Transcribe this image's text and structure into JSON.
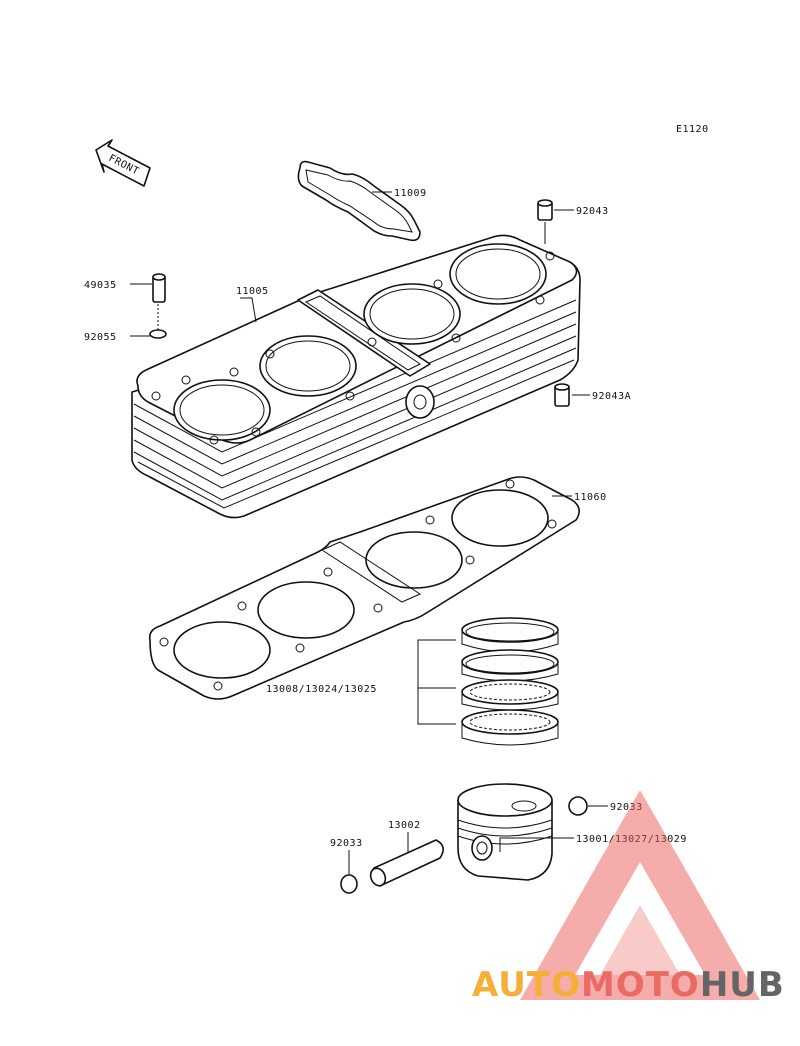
{
  "diagram_code": "E1120",
  "front_arrow_label": "FRONT",
  "parts": {
    "head_cover_gasket": "11009",
    "dowel_top": "92043",
    "dowel_left": "49035",
    "o_ring_left": "92055",
    "cylinder_block": "11005",
    "dowel_right": "92043A",
    "base_gasket": "11060",
    "ring_set": "13008/13024/13025",
    "circlip_right": "92033",
    "piston_pin": "13002",
    "piston": "13001/13027/13029",
    "circlip_left": "92033"
  },
  "watermark": {
    "part1": "AUTO",
    "part2": "MOTO",
    "part3": "HUB",
    "colors": {
      "orange": "#f5a623",
      "red": "#e85a54",
      "gray": "#555555"
    }
  }
}
